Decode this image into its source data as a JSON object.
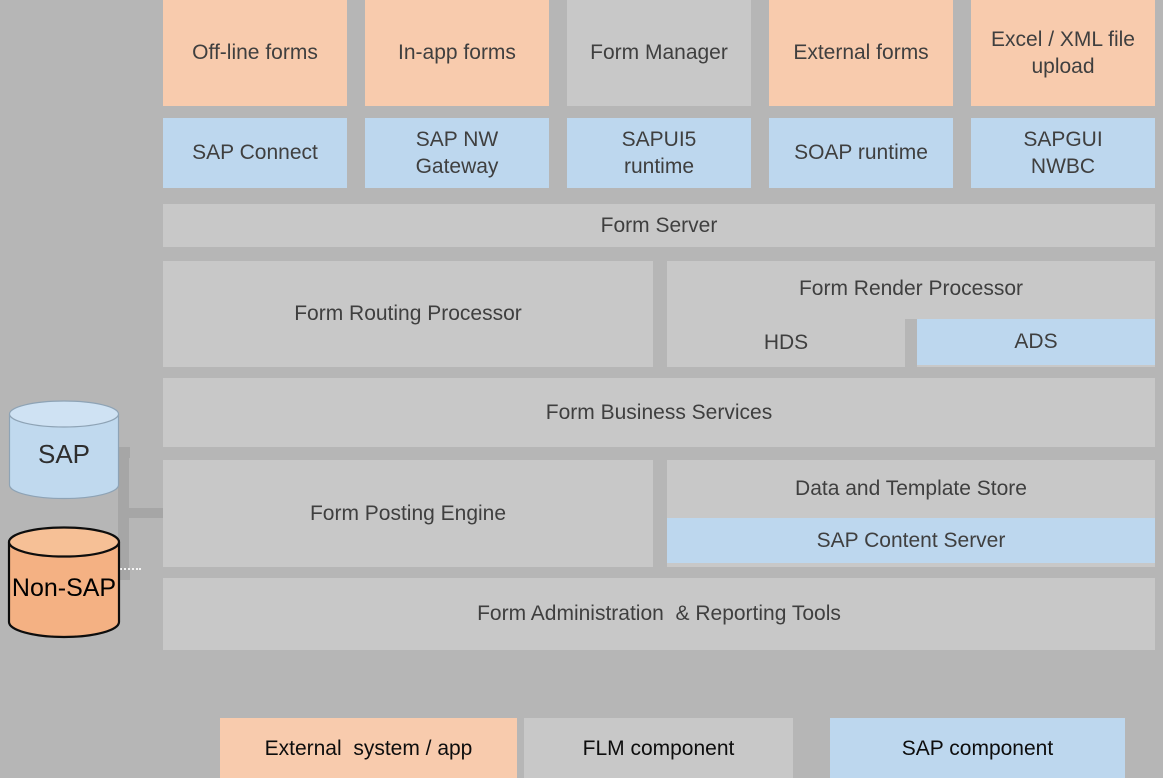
{
  "colors": {
    "background": "#b6b6b6",
    "flm_gray": "#c8c8c8",
    "external_orange": "#f8cbad",
    "sap_blue": "#bdd7ee",
    "connector": "#a6a6a6"
  },
  "top_row": {
    "offline": "Off-line forms",
    "inapp": "In-app forms",
    "form_manager": "Form Manager",
    "external": "External forms",
    "excel": "Excel / XML file\nupload"
  },
  "runtime_row": {
    "sap_connect": "SAP Connect",
    "nw_gateway": "SAP NW\nGateway",
    "sapui5": "SAPUI5\nruntime",
    "soap": "SOAP runtime",
    "sapgui": "SAPGUI\nNWBC"
  },
  "layers": {
    "form_server": "Form Server",
    "routing": "Form Routing Processor",
    "render": "Form Render Processor",
    "hds": "HDS",
    "ads": "ADS",
    "business": "Form Business Services",
    "posting": "Form Posting Engine",
    "store": "Data and Template Store",
    "content_server": "SAP Content Server",
    "admin": "Form Administration  & Reporting Tools"
  },
  "datasources": {
    "sap": "SAP",
    "non_sap": "Non-SAP"
  },
  "legend": {
    "external": "External  system / app",
    "flm": "FLM component",
    "sap": "SAP component"
  }
}
